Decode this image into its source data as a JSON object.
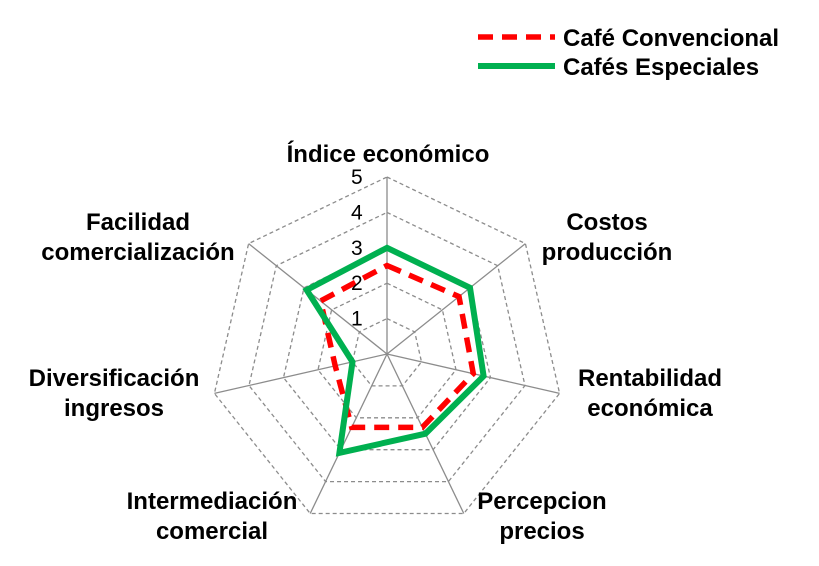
{
  "chart_data": {
    "type": "radar",
    "categories": [
      [
        "Índice económico"
      ],
      [
        "Costos",
        "producción"
      ],
      [
        "Rentabilidad",
        "económica"
      ],
      [
        "Percepcion",
        "precios"
      ],
      [
        "Intermediación",
        "comercial"
      ],
      [
        "Diversificación",
        "ingresos"
      ],
      [
        "Facilidad",
        "comercialización"
      ]
    ],
    "axis": {
      "min": 0,
      "max": 5,
      "ticks": [
        "1",
        "2",
        "3",
        "4",
        "5"
      ]
    },
    "series": [
      {
        "name": "Café Convencional",
        "color": "#ff0000",
        "style": "dashed",
        "values": [
          2.5,
          2.6,
          2.5,
          2.3,
          2.3,
          1.5,
          2.4
        ]
      },
      {
        "name": "Cafés Especiales",
        "color": "#00b050",
        "style": "solid",
        "values": [
          3.0,
          3.0,
          2.8,
          2.5,
          3.1,
          1.0,
          2.9
        ]
      }
    ],
    "legend": "top-right",
    "grid": true
  }
}
